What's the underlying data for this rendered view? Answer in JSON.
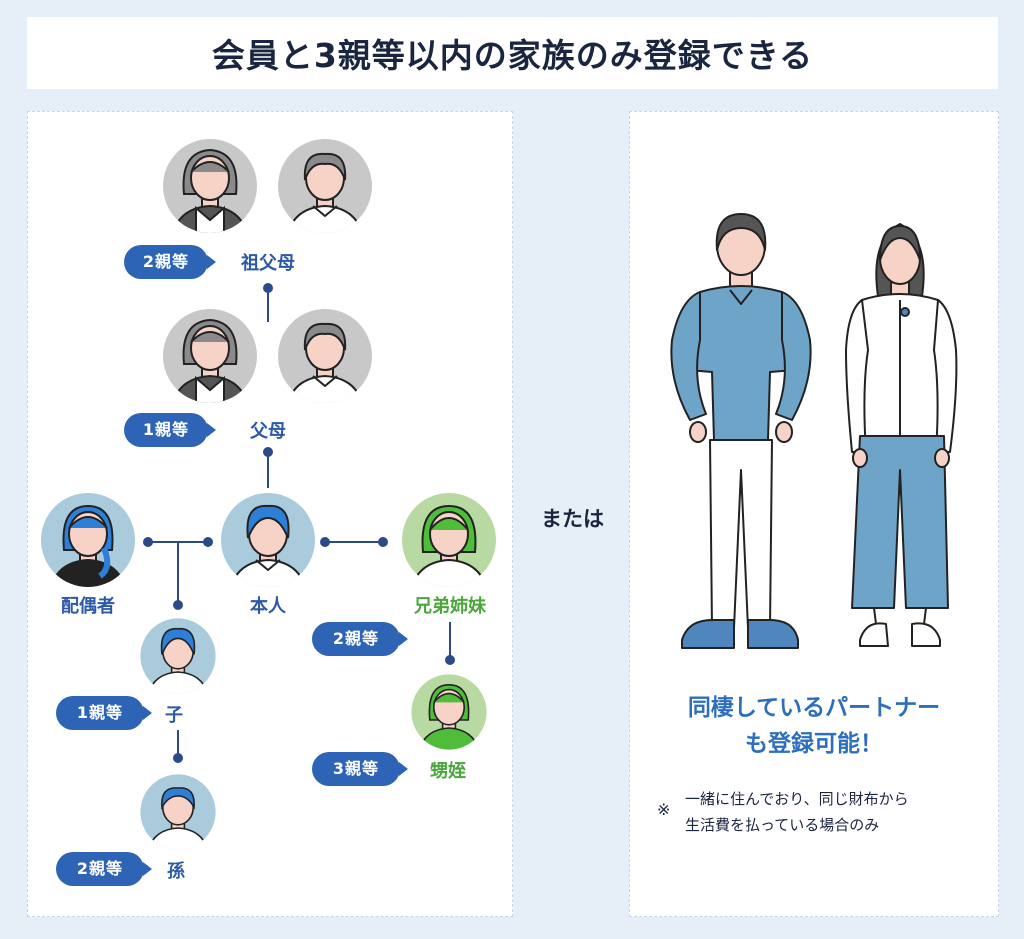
{
  "title": "会員と3親等以内の家族のみ登録できる",
  "or_label": "または",
  "family": {
    "grandparents": {
      "label": "祖父母",
      "degree": "2親等"
    },
    "parents": {
      "label": "父母",
      "degree": "1親等"
    },
    "self": {
      "label": "本人"
    },
    "spouse": {
      "label": "配偶者"
    },
    "siblings": {
      "label": "兄弟姉妹",
      "degree": "2親等"
    },
    "nephew_niece": {
      "label": "甥姪",
      "degree": "3親等"
    },
    "child": {
      "label": "子",
      "degree": "1親等"
    },
    "grandchild": {
      "label": "孫",
      "degree": "2親等"
    }
  },
  "partner": {
    "line1": "同棲しているパートナー",
    "line2": "も登録可能！",
    "note_mark": "※",
    "note_line1": "一緒に住んでおり、同じ財布から",
    "note_line2": "生活費を払っている場合のみ"
  },
  "colors": {
    "navy": "#1a2540",
    "pill_blue": "#2e64b6",
    "label_blue": "#2b59a8",
    "green": "#4aa83b",
    "gray_circle": "#c8c8c8",
    "blue_circle": "#a9cbdc",
    "green_circle": "#b9d9a3",
    "background": "#e6eef7"
  }
}
